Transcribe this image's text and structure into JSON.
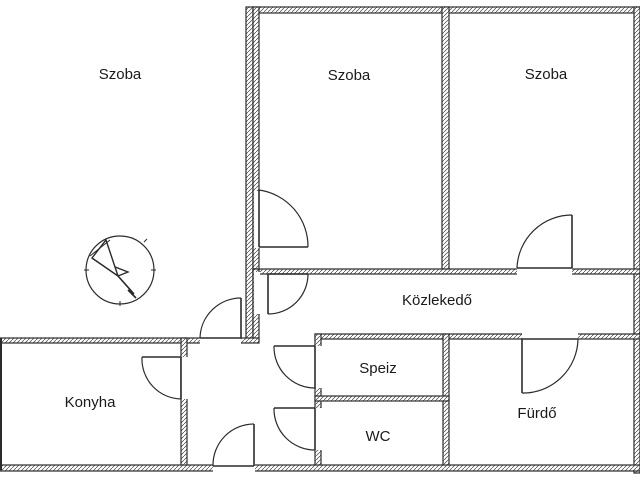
{
  "rooms": {
    "szoba_1": "Szoba",
    "szoba_2": "Szoba",
    "szoba_3": "Szoba",
    "kozlekedo": "Közlekedő",
    "konyha": "Konyha",
    "speiz": "Speiz",
    "wc": "WC",
    "furdo": "Fürdő"
  },
  "symbols": {
    "compass": "north-arrow-icon"
  },
  "colors": {
    "wall": "#2b2b2b",
    "background": "#ffffff"
  }
}
